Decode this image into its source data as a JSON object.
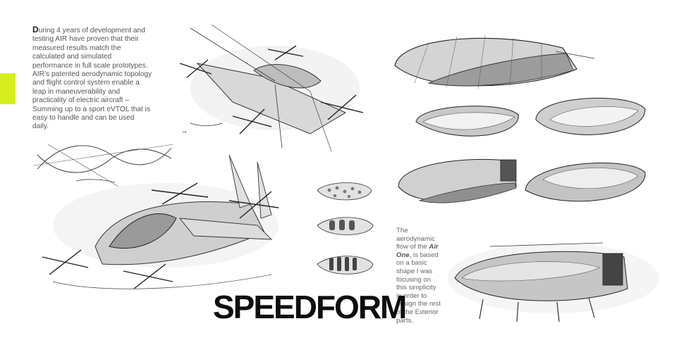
{
  "intro": {
    "dropcap": "D",
    "text": "uring 4 years of development and testing AIR have proven that their measured results match the calculated and simulated performance in full scale prototypes.",
    "paragraph2": "AIR’s patented aerodynamic topology and flight control system enable a leap in maneuverability and practicality of electric aircraft –",
    "paragraph3": "Summing up to a sport eVTOL that is easy to handle and can be used daily."
  },
  "side_note": {
    "before": "The aerodynamic flow of the ",
    "emphasis": "Air One",
    "after": ", is based on a basic shape I was focusing on this simplicity in order to design the rest of the Exterior parts."
  },
  "headline": "SPEEDFORM",
  "colors": {
    "accent": "#d6ef1c",
    "headline": "#0e0e0e",
    "body_text": "#555555",
    "sketch_line": "#333333"
  }
}
